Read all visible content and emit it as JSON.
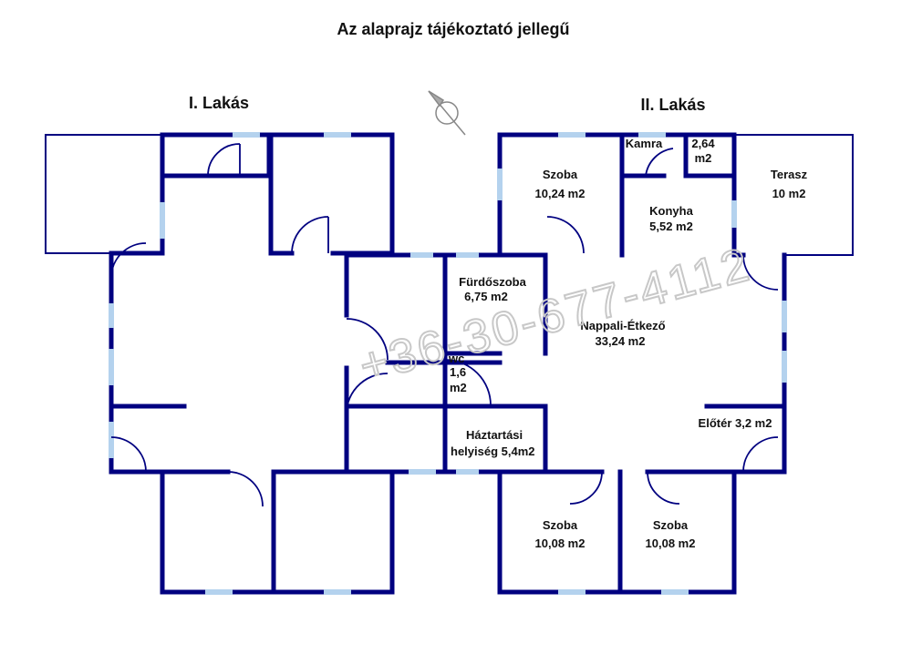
{
  "title": "Az alaprajz tájékoztató jellegű",
  "units": {
    "left": "I. Lakás",
    "right": "II. Lakás"
  },
  "rooms": {
    "szoba_top_name": "Szoba",
    "szoba_top_area": "10,24 m2",
    "kamra_name": "Kamra",
    "kamra_area_line1": "2,64",
    "kamra_area_line2": "m2",
    "konyha_name": "Konyha",
    "konyha_area": "5,52 m2",
    "terasz_name": "Terasz",
    "terasz_area": "10 m2",
    "furdo_name": "Fürdőszoba",
    "furdo_area": "6,75 m2",
    "nappali_name": "Nappali-Étkező",
    "nappali_area": "33,24 m2",
    "wc_name": "wc",
    "wc_area_line1": "1,6",
    "wc_area_line2": "m2",
    "eloter": "Előtér 3,2 m2",
    "haztartasi_line1": "Háztartási",
    "haztartasi_line2": "helyiség 5,4m2",
    "szoba_b1_name": "Szoba",
    "szoba_b1_area": "10,08 m2",
    "szoba_b2_name": "Szoba",
    "szoba_b2_area": "10,08 m2"
  },
  "watermark": "+36-30-677-4112",
  "colors": {
    "wall": "#000080",
    "window": "#b4d2ee",
    "text": "#111111",
    "watermark": "#c8c8c8"
  },
  "icons": [
    "compass-icon"
  ]
}
